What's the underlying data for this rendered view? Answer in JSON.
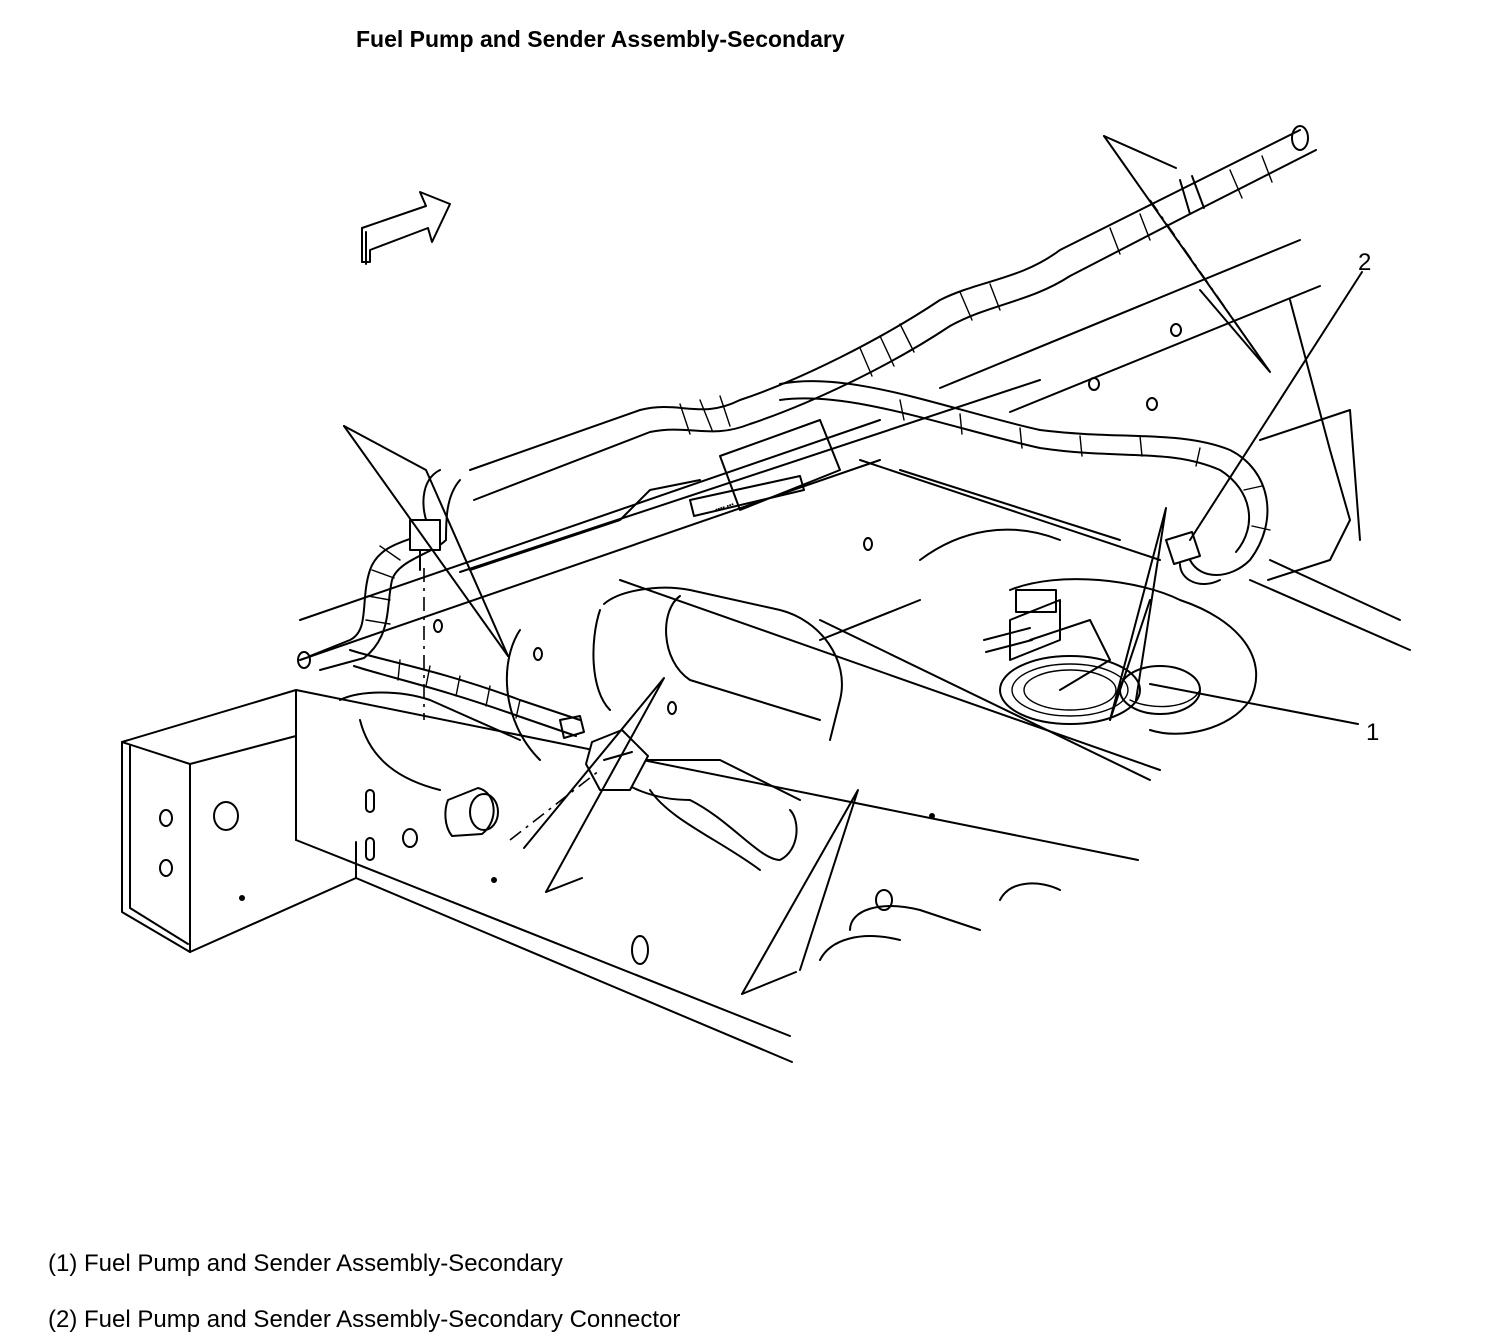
{
  "title": "Fuel Pump and Sender Assembly-Secondary",
  "callouts": [
    {
      "number": "1"
    },
    {
      "number": "2"
    }
  ],
  "legend": [
    "(1) Fuel Pump and Sender Assembly-Secondary",
    "(2) Fuel Pump and Sender Assembly-Secondary Connector"
  ],
  "icons": [
    "front-direction-arrow-icon"
  ]
}
